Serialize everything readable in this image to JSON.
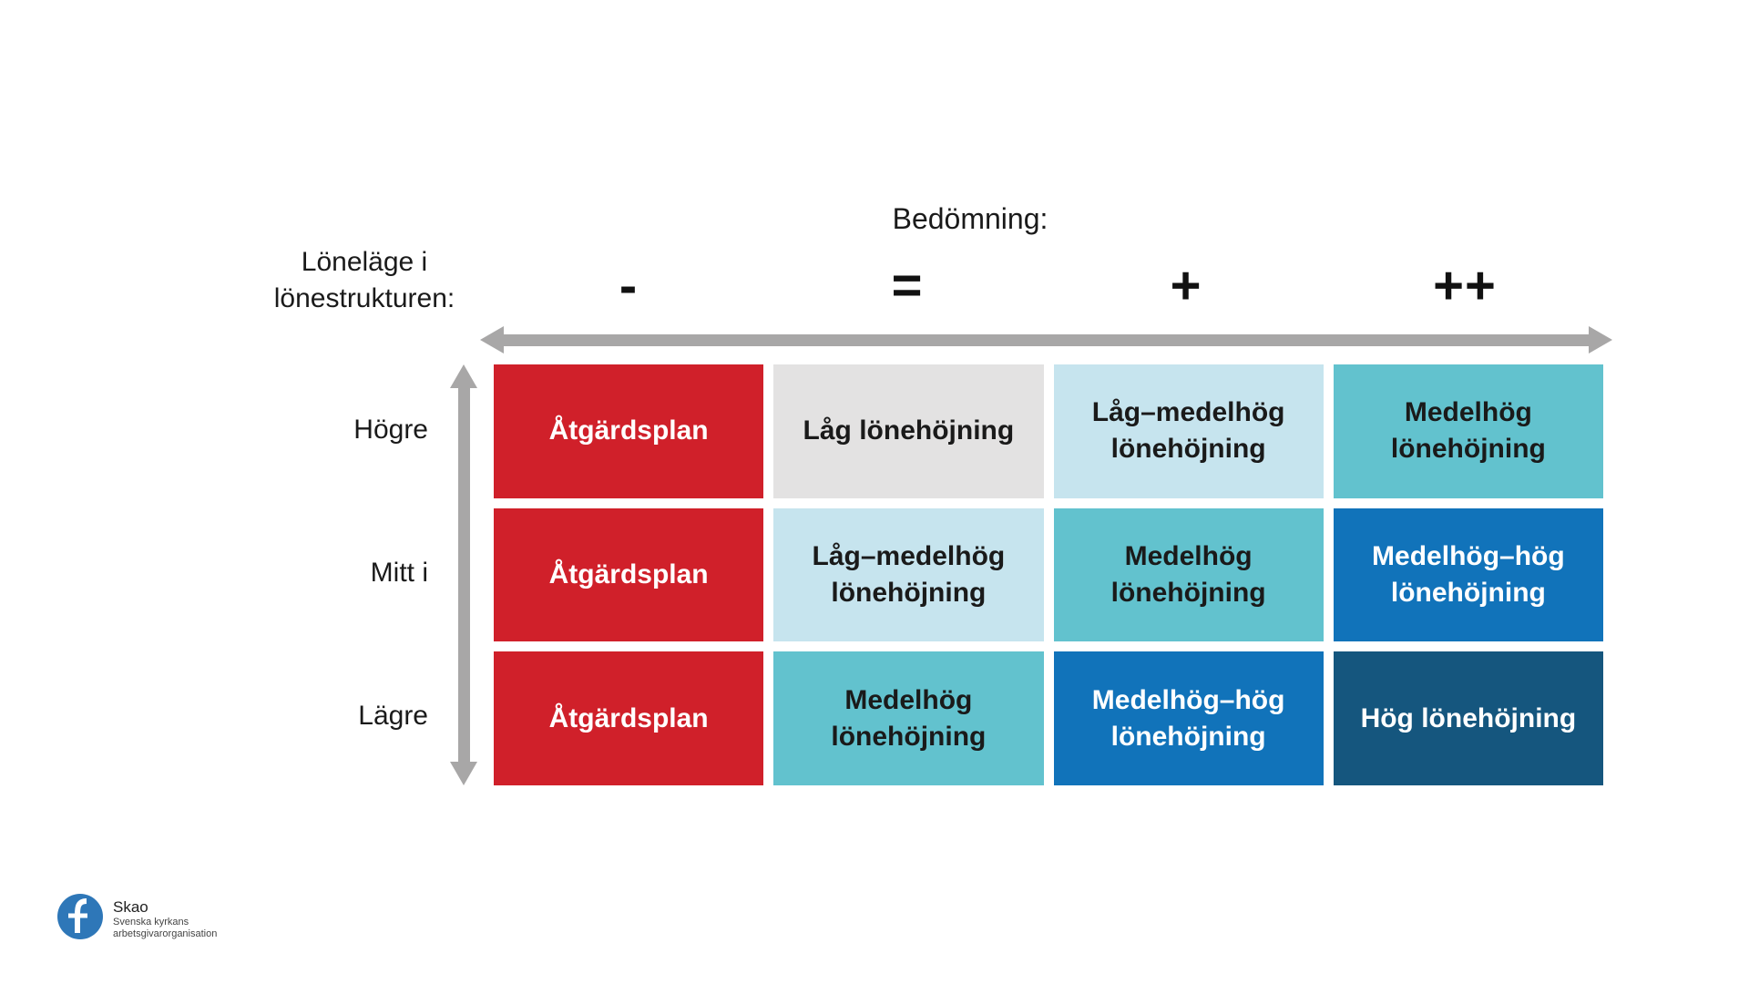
{
  "header": {
    "bedomning_label": "Bedömning:",
    "lonelage_line1": "Löneläge i",
    "lonelage_line2": "lönestrukturen:"
  },
  "columns": [
    "-",
    "=",
    "+",
    "++"
  ],
  "matrix": {
    "row_labels": [
      "Högre",
      "Mitt i",
      "Lägre"
    ],
    "cells": [
      [
        {
          "text": "Åtgärdsplan",
          "bg": "red",
          "fg": "white"
        },
        {
          "text": "Låg lönehöjning",
          "bg": "gray",
          "fg": "black"
        },
        {
          "text": "Låg–medelhög lönehöjning",
          "bg": "paleBlue",
          "fg": "black"
        },
        {
          "text": "Medelhög lönehöjning",
          "bg": "teal",
          "fg": "black"
        }
      ],
      [
        {
          "text": "Åtgärdsplan",
          "bg": "red",
          "fg": "white"
        },
        {
          "text": "Låg–medelhög lönehöjning",
          "bg": "paleBlue",
          "fg": "black"
        },
        {
          "text": "Medelhög lönehöjning",
          "bg": "teal",
          "fg": "black"
        },
        {
          "text": "Medelhög–hög lönehöjning",
          "bg": "blue",
          "fg": "white"
        }
      ],
      [
        {
          "text": "Åtgärdsplan",
          "bg": "red",
          "fg": "white"
        },
        {
          "text": "Medelhög lönehöjning",
          "bg": "teal",
          "fg": "black"
        },
        {
          "text": "Medelhög–hög lönehöjning",
          "bg": "blue",
          "fg": "white"
        },
        {
          "text": "Hög lönehöjning",
          "bg": "darkBlue",
          "fg": "white"
        }
      ]
    ]
  },
  "colors": {
    "red": "#d0202a",
    "gray": "#e3e2e2",
    "paleBlue": "#c6e4ee",
    "teal": "#62c2ce",
    "blue": "#1173ba",
    "darkBlue": "#15567e",
    "arrow": "#a8a7a7",
    "black": "#1a1a1a",
    "white": "#ffffff"
  },
  "logo": {
    "brand": "Skao",
    "sub_line1": "Svenska kyrkans",
    "sub_line2": "arbetsgivarorganisation"
  }
}
